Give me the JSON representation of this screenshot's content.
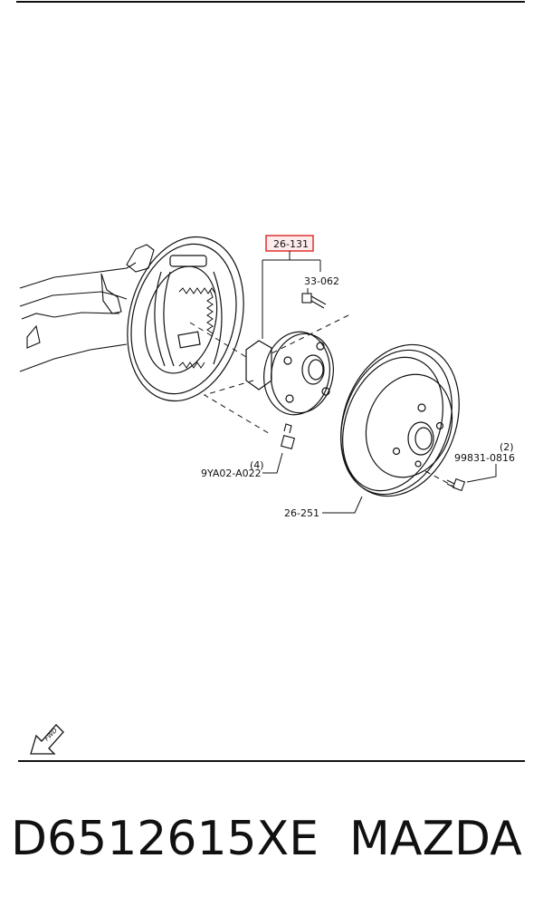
{
  "diagram": {
    "labels": {
      "hub_assembly": "26-131",
      "hub_bolt": "33-062",
      "hub_nut_qty": "(4)",
      "hub_nut": "9YA02-A022",
      "drum_screw_qty": "(2)",
      "drum_screw": "99831-0816",
      "brake_drum": "26-251"
    },
    "fwd_arrow_text": "FWD",
    "highlight_color": "#e03030",
    "line_color": "#111111"
  },
  "footer": {
    "part_number": "D6512615XE",
    "brand": "MAZDA"
  }
}
